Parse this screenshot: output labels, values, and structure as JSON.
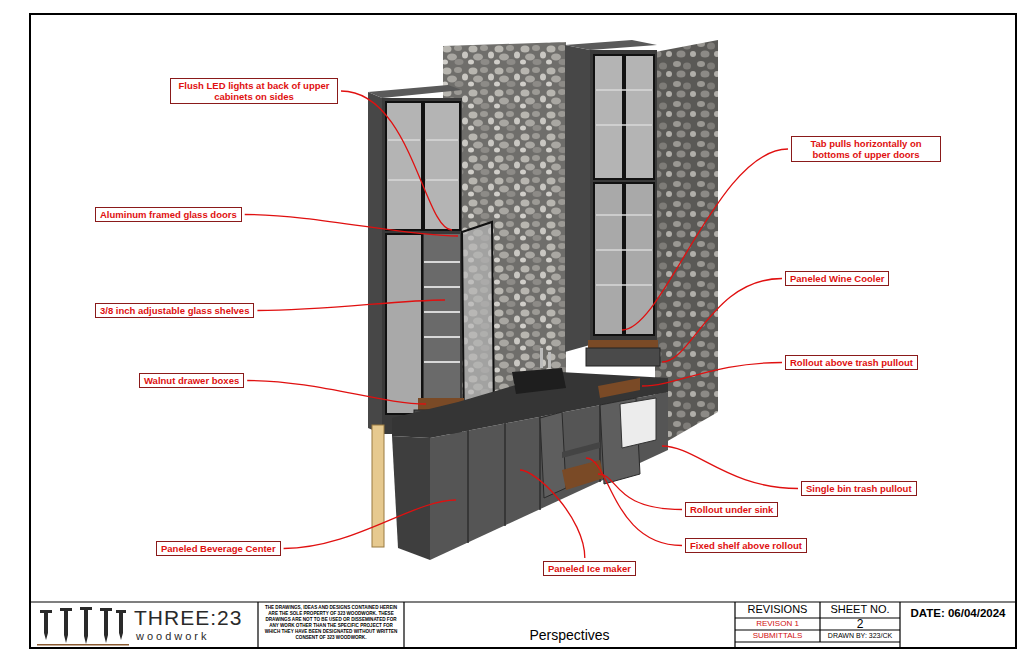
{
  "diagram": {
    "title": "Perspectives",
    "nodes": [
      {
        "text": [
          "Flush LED lights at back of upper cabinets on sides"
        ]
      },
      {
        "text": [
          "Tab pulls horizontally on bottoms of upper doors"
        ]
      },
      {
        "text": [
          "Aluminum framed glass doors"
        ]
      },
      {
        "text": [
          "Paneled Wine Cooler"
        ]
      },
      {
        "text": [
          "3/8 inch adjustable glass shelves"
        ]
      },
      {
        "text": [
          "Rollout above trash pullout"
        ]
      },
      {
        "text": [
          "Walnut drawer boxes"
        ]
      },
      {
        "text": [
          "Single bin trash pullout"
        ]
      },
      {
        "text": [
          "Rollout under sink"
        ]
      },
      {
        "text": [
          "Paneled Beverage Center"
        ]
      },
      {
        "text": [
          "Fixed shelf above rollout"
        ]
      },
      {
        "text": [
          "Paneled Ice maker"
        ]
      }
    ],
    "labels": [
      "THREE:23",
      "woodwork",
      "THE DRAWINGS, IDEAS AND DESIGNS CONTAINED HEREIN ARE THE SOLE PROPERTY OF 323 WOODWORK. THESE DRAWINGS ARE NOT TO BE USED OR DISSEMINATED FOR ANY WORK OTHER THAN THE SPECIFIC PROJECT FOR WHICH THEY HAVE BEEN DESIGNATED WITHOUT WRITTEN CONSENT OF 323 WOODWORK.",
      "REVISIONS",
      "SHEET NO.",
      "REVISON 1",
      "2",
      "SUBMITTALS",
      "DRAWN BY: 323/CK",
      "DATE: 06/04/2024"
    ]
  }
}
